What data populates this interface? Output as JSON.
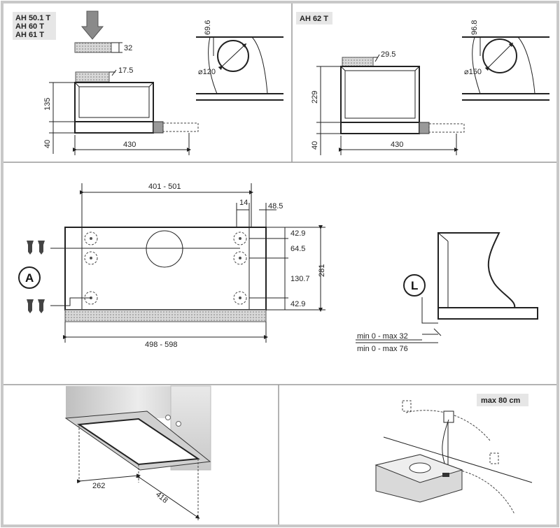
{
  "panel_top_left": {
    "models": [
      "AH 50.1 T",
      "AH 60 T",
      "AH 61 T"
    ],
    "dim_filter_height": "32",
    "dim_rear": "17.5",
    "dim_height": "135",
    "dim_base": "40",
    "dim_width": "430",
    "dim_duct_offset": "69.6",
    "dim_duct_diameter": "⌀120"
  },
  "panel_top_right": {
    "model": "AH 62 T",
    "dim_rear": "29.5",
    "dim_height": "229",
    "dim_base": "40",
    "dim_width": "430",
    "dim_duct_offset": "96.8",
    "dim_duct_diameter": "⌀150"
  },
  "panel_middle": {
    "dim_hole_span": "401 - 501",
    "dim_inset": "14",
    "dim_edge": "48.5",
    "dim_v1": "42.9",
    "dim_v2": "64.5",
    "dim_v3": "130.7",
    "dim_v4": "42.9",
    "dim_total_height": "281",
    "dim_total_width": "498 - 598",
    "label_a": "A",
    "label_l": "L",
    "dim_min_max_1": "min 0 - max 32",
    "dim_min_max_2": "min 0 - max 76"
  },
  "panel_bottom_left": {
    "dim_depth": "262",
    "dim_width": "418"
  },
  "panel_bottom_right": {
    "max_label": "max 80 cm"
  },
  "colors": {
    "frame": "#c8c8c8",
    "panel_grey": "#e6e6e6",
    "hatch": "#9e9e9e",
    "cabinet": "#d9d9d9"
  }
}
